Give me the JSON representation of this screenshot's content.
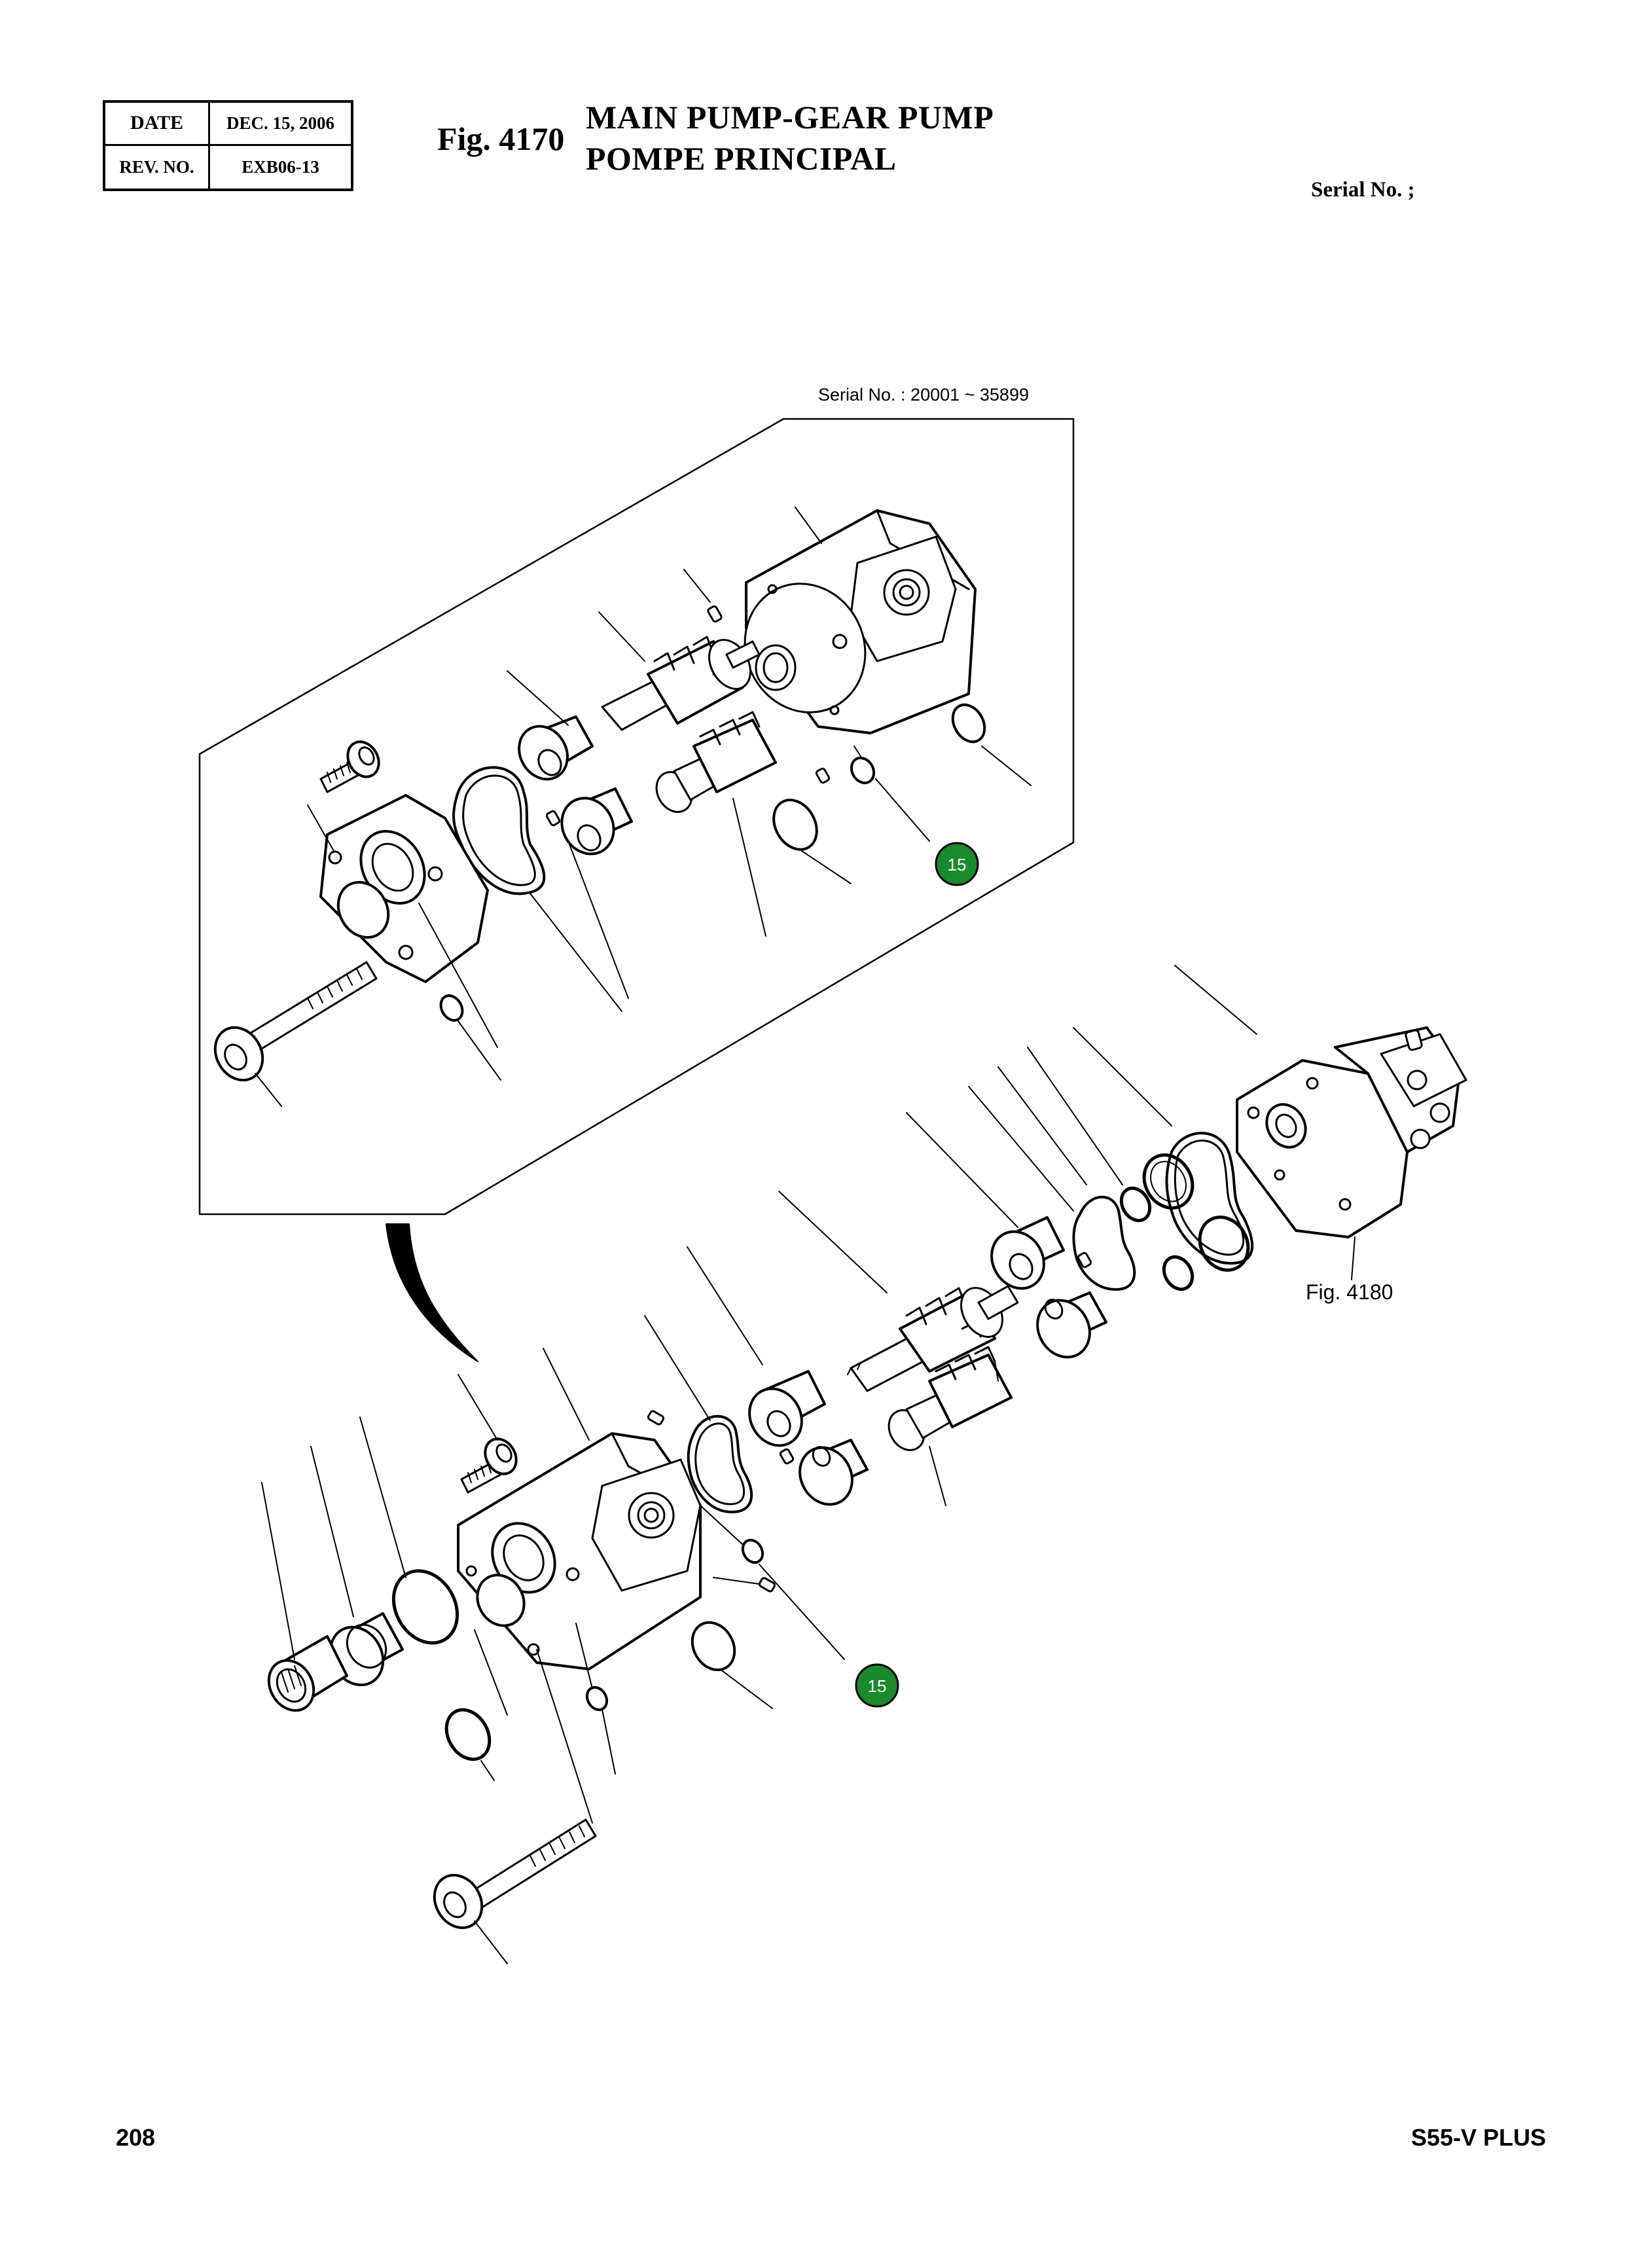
{
  "header": {
    "date_label": "DATE",
    "date_value": "DEC. 15, 2006",
    "rev_label": "REV. NO.",
    "rev_value": "EXB06-13",
    "fig_number": "Fig. 4170",
    "title_en": "MAIN PUMP-GEAR PUMP",
    "title_fr": "POMPE PRINCIPAL",
    "serial_label": "Serial No. ;"
  },
  "diagram": {
    "inset_serial_range": "Serial No. : 20001 ~ 35899",
    "callout_ref_upper": "15",
    "callout_ref_lower": "15",
    "figure_ref": "Fig. 4180",
    "callout_color": "#1a8a2a"
  },
  "footer": {
    "page_number": "208",
    "model": "S55-V PLUS"
  }
}
